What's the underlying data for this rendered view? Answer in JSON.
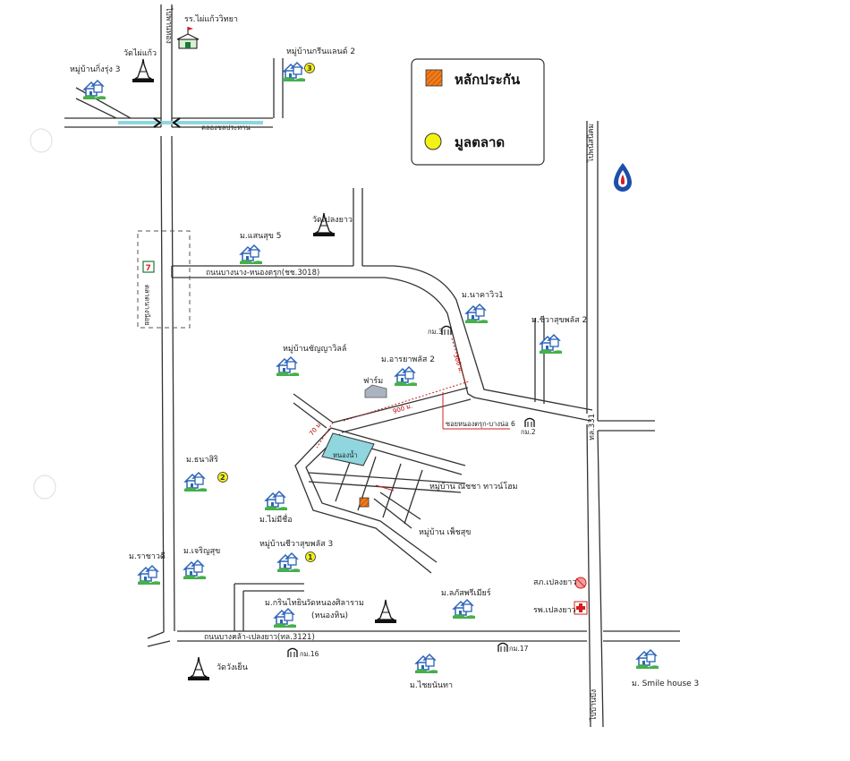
{
  "legend": {
    "stake_label": "หลักประกัน",
    "market_label": "มูลตลาด"
  },
  "roads": {
    "north_arrow_road": "ไปพานทอง",
    "canal": "คลองชลประทาน",
    "road_3018": "ถนนบางนาง-หนองตรุก(ชช.3018)",
    "road_3121": "ถนนบางคล้า-เปลงยาว(ทล.3121)",
    "road_331": "ทล.331",
    "to_north_east": "ไปพนัสนิคม",
    "to_south_east": "ไปบ้านบึง",
    "soi_6": "ซอยหนองตรุก-บางน่อ 6"
  },
  "distances": {
    "d_300": "300 ม.",
    "d_900": "900 ม.",
    "d_70": "70 ม."
  },
  "landmarks": {
    "school": "รร.ไผ่แก้ววิทยา",
    "wat_phai_kaeo": "วัดไผ่แก้ว",
    "wat_plaeng_yao": "วัดเปลงยาว",
    "wat_nong_sila": "วัดหนองศิลาราม",
    "wat_nong_sila_sub": "(หนองหิน)",
    "wat_wang_yen": "วัดวังเย็น",
    "farm": "ฟาร์ม",
    "pond": "หนองน้ำ",
    "police": "สภ.เปลงยาว",
    "hospital": "รพ.เปลงยาว",
    "market_block": "ตลาดนางน้อย",
    "km2": "กม.2",
    "km16": "กม.16",
    "km17": "กม.17",
    "km3": "กม.3"
  },
  "villages": {
    "v_kaew_rung_3": "หมู่บ้านกิ่งรุ่ง 3",
    "v_green_land_2": "หมู่บ้านกรีนแลนด์ 2",
    "v_saen_suk_5": "ม.แสนสุข 5",
    "v_nakarin": "ม.นาคาวิว1",
    "v_chaowarat_2": "ม.ชีวาสุขพลัส 2",
    "v_chanyawit": "หมู่บ้านชัญญาวิลล์",
    "v_arayaphat_2": "ม.อารยาพลัส 2",
    "v_phuttirat": "หมู่บ้าน ณัชชา ทาวน์โฮม",
    "v_phetsuk": "หมู่บ้าน เพ็ชสุข",
    "v_nathiri": "ม.ธนาสิริ",
    "v_mai_mi_chue": "ม.ไม่มีชื่อ",
    "v_charoensuk": "ม.เจริญสุข",
    "v_rachawadee": "ม.ราชาวดี",
    "v_chiwasuk_3": "หมู่บ้านชีวาสุขพลัส 3",
    "v_krisinhin": "ม.กรินไทยิน",
    "v_lakhon_premier": "ม.ลภัสพรีเมียร์",
    "v_chaiyanan": "ม.ไชยนันทา",
    "v_smile_house": "ม. Smile house 3"
  },
  "market_numbers": [
    "1",
    "2",
    "3"
  ],
  "colors": {
    "road": "#333333",
    "canal": "#8fd6de",
    "stake": "#f07d1e",
    "market": "#f4f214",
    "pond": "#8fd6de",
    "red_line": "#d22020",
    "house_blue": "#2c63b8",
    "house_green": "#46b04a"
  },
  "icons": {
    "house": "house-icon",
    "temple": "temple-icon",
    "school": "school-icon",
    "ptt": "ptt-logo-icon",
    "seven_eleven": "seven-eleven-icon",
    "police": "police-icon",
    "hospital": "hospital-cross-icon",
    "km_marker": "km-marker-icon"
  }
}
